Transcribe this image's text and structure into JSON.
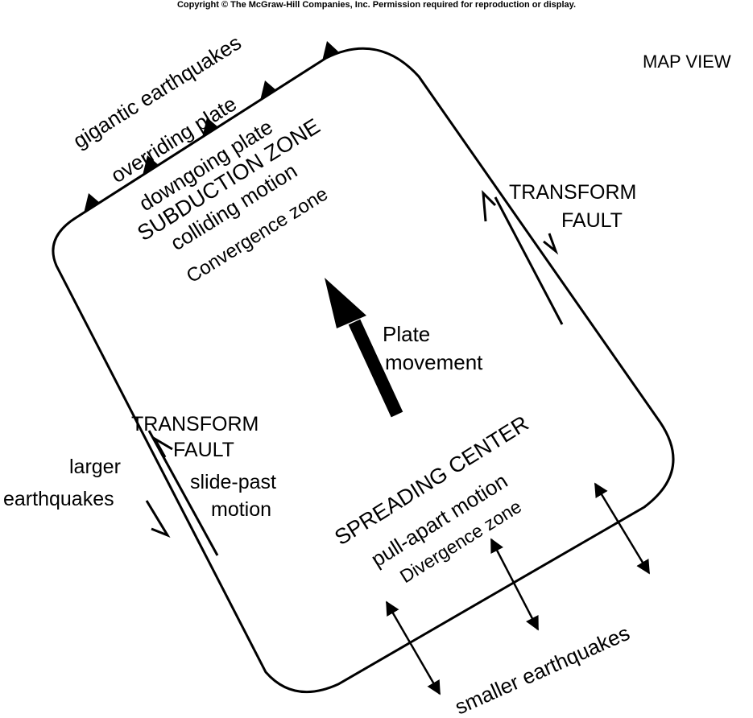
{
  "copyright": "Copyright © The McGraw-Hill Companies, Inc. Permission required for reproduction or display.",
  "view_label": "MAP VIEW",
  "subduction": {
    "gigantic": "gigantic earthquakes",
    "overriding": "overriding plate",
    "downgoing": "downgoing plate",
    "title": "SUBDUCTION ZONE",
    "motion": "colliding motion",
    "zone": "Convergence zone"
  },
  "transform_right": {
    "line1": "TRANSFORM",
    "line2": "FAULT"
  },
  "transform_left": {
    "line1": "TRANSFORM",
    "line2": "FAULT",
    "motion1": "slide-past",
    "motion2": "motion",
    "quakes1": "larger",
    "quakes2": "earthquakes"
  },
  "plate": {
    "line1": "Plate",
    "line2": "movement"
  },
  "spreading": {
    "title": "SPREADING CENTER",
    "motion": "pull-apart motion",
    "zone": "Divergence zone",
    "quakes": "smaller earthquakes"
  },
  "colors": {
    "ink": "#000000",
    "background": "#ffffff"
  }
}
